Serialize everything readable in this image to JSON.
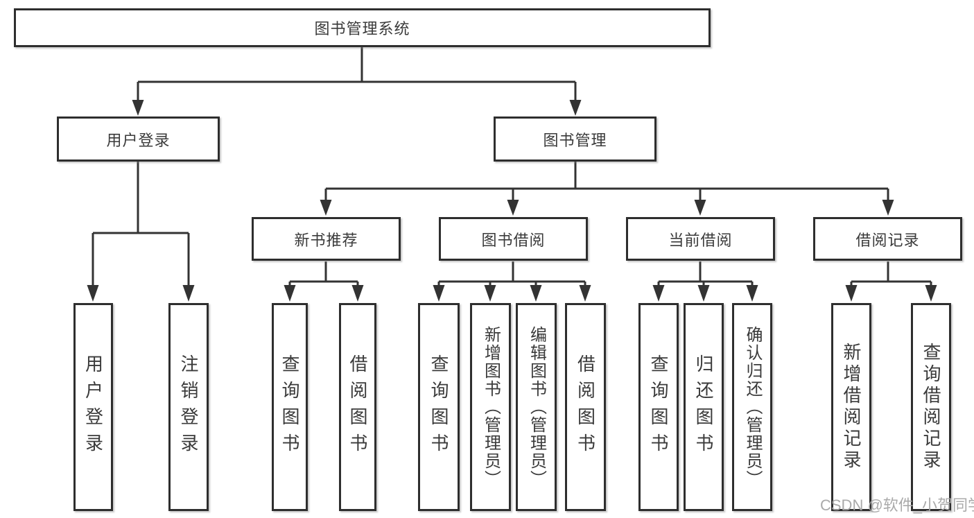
{
  "diagram": {
    "title": "图书管理系统",
    "level2": [
      {
        "label": "用户登录"
      },
      {
        "label": "图书管理"
      }
    ],
    "level3": [
      {
        "label": "新书推荐",
        "parent": "图书管理"
      },
      {
        "label": "图书借阅",
        "parent": "图书管理"
      },
      {
        "label": "当前借阅",
        "parent": "图书管理"
      },
      {
        "label": "借阅记录",
        "parent": "图书管理"
      }
    ],
    "leaves": [
      {
        "label": "用户登录",
        "parent": "用户登录"
      },
      {
        "label": "注销登录",
        "parent": "用户登录"
      },
      {
        "label": "查询图书",
        "parent": "新书推荐"
      },
      {
        "label": "借阅图书",
        "parent": "新书推荐"
      },
      {
        "label": "查询图书",
        "parent": "图书借阅"
      },
      {
        "label": "新增图书（管理员）",
        "parent": "图书借阅"
      },
      {
        "label": "编辑图书（管理员）",
        "parent": "图书借阅"
      },
      {
        "label": "借阅图书",
        "parent": "图书借阅"
      },
      {
        "label": "查询图书",
        "parent": "当前借阅"
      },
      {
        "label": "归还图书",
        "parent": "当前借阅"
      },
      {
        "label": "确认归还（管理员）",
        "parent": "当前借阅"
      },
      {
        "label": "新增借阅记录",
        "parent": "借阅记录"
      },
      {
        "label": "查询借阅记录",
        "parent": "借阅记录"
      }
    ],
    "colors": {
      "line": "#333333",
      "box_border": "#2e2e2e",
      "text": "#3a3a3a",
      "background": "#ffffff"
    }
  },
  "watermark": {
    "text": "CSDN @软件_小贺同学",
    "color": "#a5a5a5"
  }
}
